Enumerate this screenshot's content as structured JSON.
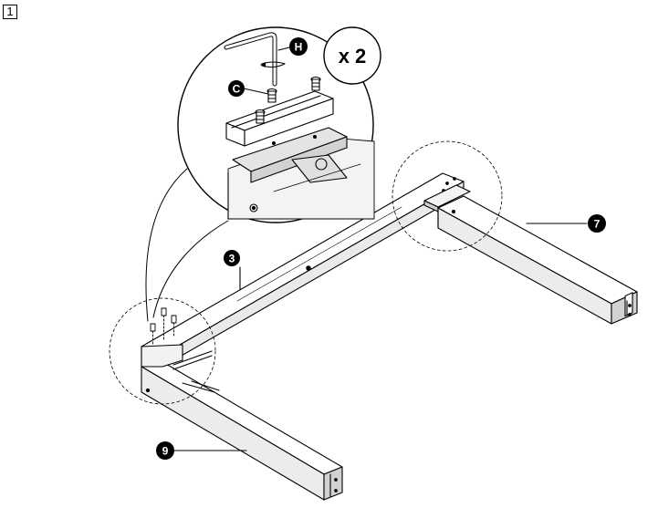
{
  "step": {
    "number": "1"
  },
  "callouts": {
    "part_3": "3",
    "part_7": "7",
    "part_9": "9",
    "hex_key": "H",
    "screw": "C"
  },
  "quantity": {
    "label": "x 2"
  },
  "colors": {
    "line": "#000000",
    "paper": "#ffffff",
    "shade": "#d9d9d9"
  }
}
